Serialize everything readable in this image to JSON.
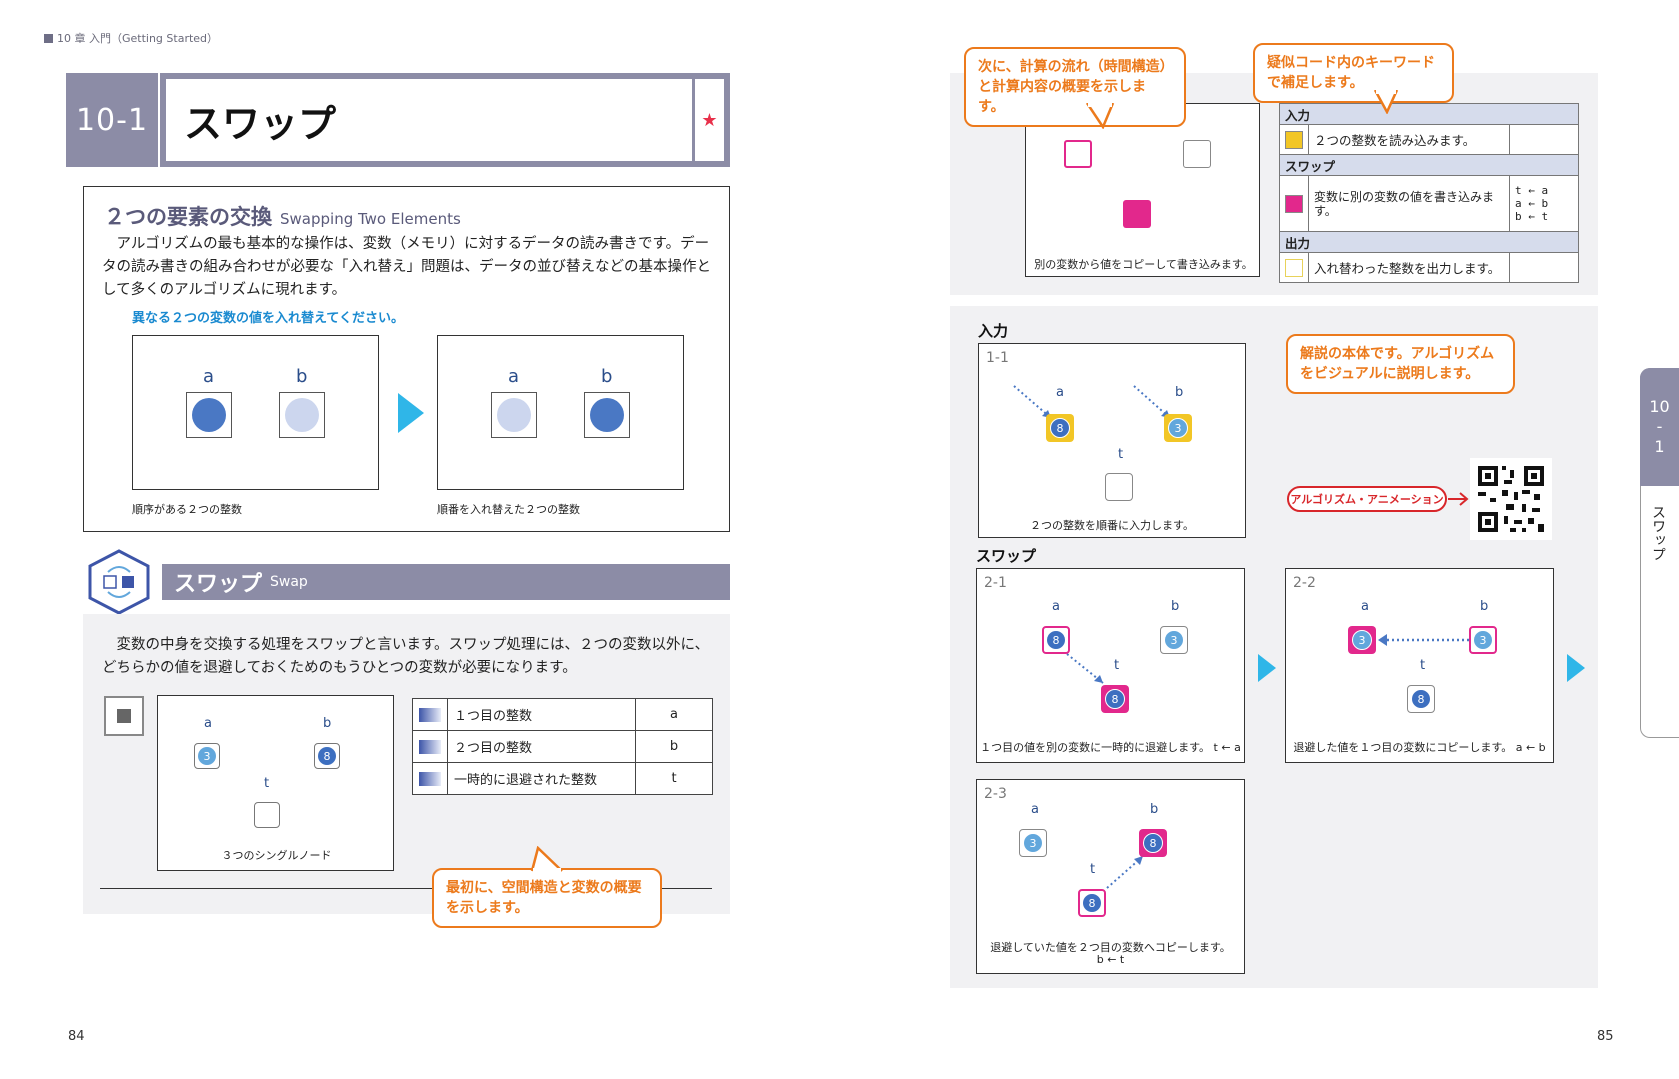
{
  "header": {
    "chapter": "10 章 入門（Getting Started）"
  },
  "pages": {
    "left": "84",
    "right": "85"
  },
  "title": {
    "number": "10-1",
    "text": "スワップ",
    "star": "★"
  },
  "intro": {
    "heading": "２つの要素の交換",
    "heading_en": "Swapping Two Elements",
    "paragraph": "アルゴリズムの最も基本的な操作は、変数（メモリ）に対するデータの読み書きです。データの読み書きの組み合わせが必要な「入れ替え」問題は、データの並び替えなどの基本操作として多くのアルゴリズムに現れます。",
    "task": "異なる２つの変数の値を入れ替えてください。",
    "before": {
      "a": "a",
      "b": "b",
      "caption": "順序がある２つの整数"
    },
    "after": {
      "a": "a",
      "b": "b",
      "caption": "順番を入れ替えた２つの整数"
    }
  },
  "swap": {
    "title": "スワップ",
    "title_en": "Swap",
    "paragraph": "変数の中身を交換する処理をスワップと言います。スワップ処理には、２つの変数以外に、どちらかの値を退避しておくためのもうひとつの変数が必要になります。",
    "diagram": {
      "a": "a",
      "b": "b",
      "t": "t",
      "val_a": "3",
      "val_b": "8",
      "caption": "３つのシングルノード"
    },
    "table": [
      {
        "label": "１つ目の整数",
        "var": "a"
      },
      {
        "label": "２つ目の整数",
        "var": "b"
      },
      {
        "label": "一時的に退避された整数",
        "var": "t"
      }
    ]
  },
  "callouts": {
    "bottom": "最初に、空間構造と変数の概要を示します。",
    "top_left": "次に、計算の流れ（時間構造）と計算内容の概要を示します。",
    "top_right": "疑似コード内のキーワードで補足します。",
    "middle": "解説の本体です。アルゴリズムをビジュアルに説明します。"
  },
  "flow": {
    "caption": "別の変数から値をコピーして書き込みます。"
  },
  "pseudocode": {
    "input_label": "入力",
    "input_text": "２つの整数を読み込みます。",
    "swap_label": "スワップ",
    "swap_text": "変数に別の変数の値を書き込みます。",
    "swap_code": [
      "t ← a",
      "a ← b",
      "b ← t"
    ],
    "output_label": "出力",
    "output_text": "入れ替わった整数を出力します。"
  },
  "steps": {
    "input_label": "入力",
    "swap_label": "スワップ",
    "s11": {
      "id": "1-1",
      "a": "a",
      "b": "b",
      "t": "t",
      "va": "8",
      "vb": "3",
      "caption": "２つの整数を順番に入力します。"
    },
    "s21": {
      "id": "2-1",
      "a": "a",
      "b": "b",
      "t": "t",
      "va": "8",
      "vb": "3",
      "vt": "8",
      "caption": "１つ目の値を別の変数に一時的に退避します。 t ← a"
    },
    "s22": {
      "id": "2-2",
      "a": "a",
      "b": "b",
      "t": "t",
      "va": "3",
      "vb": "3",
      "vt": "8",
      "caption": "退避した値を１つ目の変数にコピーします。 a ← b"
    },
    "s23": {
      "id": "2-3",
      "a": "a",
      "b": "b",
      "t": "t",
      "va": "3",
      "vb": "8",
      "vt": "8",
      "caption": "退避していた値を２つ目の変数へコピーします。",
      "caption2": "b ← t"
    }
  },
  "side_tab": {
    "num1": "10",
    "num2": "-",
    "num3": "1",
    "text": "スワップ"
  },
  "animation_label": "アルゴリズム・アニメーション",
  "colors": {
    "accent": "#8c8ca6",
    "yellow": "#f2c626",
    "magenta": "#e2288c",
    "blue": "#3d6fc0",
    "lightblue": "#62a7dc",
    "orange": "#ec7a1c"
  }
}
